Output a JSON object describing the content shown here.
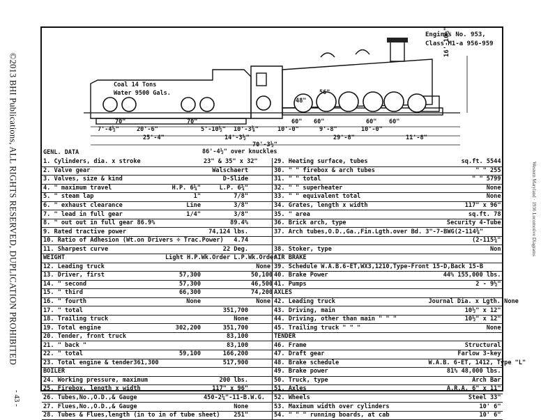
{
  "side_text": "©2013 BHI Publications, ALL RIGHTS RESERVED, DUPLICATION PROHIBITED",
  "page_number": "- 43 -",
  "right_side_text": "Western Maryland · 1936 Locomotive Diagrams",
  "header": {
    "line1": "Engines No. 953,",
    "line2": "Class M1-a  956-959"
  },
  "tender": {
    "coal": "Coal 14 Tons",
    "water": "Water 9500 Gals."
  },
  "drivers": {
    "front": "48\"",
    "rear": "56\""
  },
  "height": "16'-10½\"",
  "dims_row1": [
    "70\"",
    "70\"",
    "60\"",
    "60\"",
    "60\"",
    "60\""
  ],
  "dims_row2": [
    "7'-4½\"",
    "20'-6\"",
    "5'-10½\"",
    "10'-3⅜\"",
    "10'-0\"",
    "9'-8\"",
    "10'-0\""
  ],
  "dims_row3": [
    "25'-4\"",
    "14'-3½\"",
    "29'-8\"",
    "11'-8\""
  ],
  "wheelbase": "70'-3½\"",
  "gen_label": "GENL. DATA",
  "overall": "86'-4½\" over knuckles",
  "left_rows": [
    [
      "1. Cylinders, dia. x stroke",
      "",
      "23\" & 35\" x 32\"",
      ""
    ],
    [
      "2. Valve gear",
      "",
      "Walschaert",
      ""
    ],
    [
      "3. Valves, size & kind",
      "",
      "D-Slide",
      ""
    ],
    [
      "4.    \"   maximum travel",
      "H.P. 6¼\"",
      "L.P. 6¾\"",
      ""
    ],
    [
      "5.    \"   steam lap",
      "1\"",
      "7/8\"",
      ""
    ],
    [
      "6.    \"   exhaust clearance",
      "Line",
      "3/8\"",
      ""
    ],
    [
      "7.    \"   lead in full gear",
      "1/4\"",
      "3/8\"",
      ""
    ],
    [
      "8.    \"   out out in full gear 86.9%",
      "",
      "89.4%",
      ""
    ],
    [
      "9. Rated tractive power",
      "",
      "74,124 lbs.",
      ""
    ],
    [
      "10. Ratio of Adhesion (Wt.on Drivers ÷ Trac.Power)",
      "",
      "4.74",
      ""
    ],
    [
      "11. Sharpest curve",
      "",
      "22 Deg.",
      ""
    ],
    [
      "    WEIGHT",
      "Light H.P.Wk.Order L.P.Wk.Order",
      "",
      ""
    ],
    [
      "12. Leading truck",
      "",
      "",
      "None"
    ],
    [
      "13. Driver, first",
      "57,300",
      "",
      "50,100"
    ],
    [
      "14.    \"   second",
      "57,300",
      "",
      "46,500"
    ],
    [
      "15.    \"   third",
      "66,300",
      "",
      "74,200"
    ],
    [
      "16.    \"   fourth",
      "None",
      "",
      "None"
    ],
    [
      "17.    \"   total",
      "",
      "351,700",
      ""
    ],
    [
      "18. Trailing truck",
      "",
      "None",
      ""
    ],
    [
      "19. Total engine",
      "302,200",
      "351,700",
      ""
    ],
    [
      "20. Tender, front truck",
      "",
      "83,100",
      ""
    ],
    [
      "21.    \"   back   \"",
      "",
      "83,100",
      ""
    ],
    [
      "22.    \"   total",
      "59,100",
      "166,200",
      ""
    ],
    [
      "23. Total engine & tender361,300",
      "",
      "517,900",
      ""
    ],
    [
      "    BOILER",
      "",
      "",
      ""
    ],
    [
      "24. Working pressure, maximum",
      "",
      "200 lbs.",
      ""
    ],
    [
      "25. Firebox, length x width",
      "",
      "117\" x 96\"",
      ""
    ],
    [
      "26. Tubes,No.,O.D.,& Gauge",
      "",
      "450-2¼\"-11-B.W.G.",
      ""
    ],
    [
      "27. Flues,No.,O.D.,& Gauge",
      "",
      "None",
      ""
    ],
    [
      "28. Tubes & Flues,length (in to in of tube sheet)",
      "",
      "251\"",
      ""
    ]
  ],
  "right_rows": [
    [
      "29. Heating surface, tubes",
      "sq.ft. 5544"
    ],
    [
      "30.    \"      \"    firebox & arch tubes",
      "\"   \" 255"
    ],
    [
      "31.    \"      \"    total",
      "\"   \" 5799"
    ],
    [
      "32.    \"      \"    superheater",
      "None"
    ],
    [
      "33.    \"      \"    equivalent total",
      "None"
    ],
    [
      "34. Grates, length x width",
      "117\" x 96\""
    ],
    [
      "35.    \"     area",
      "sq.ft. 78"
    ],
    [
      "36. Brick arch, type",
      "Security 4-Tube"
    ],
    [
      "37. Arch tubes,O.D.,Ga.,Fin.Lgth.over Bd. 3\"-7-BWG(2-114⅜\"",
      ""
    ],
    [
      "",
      "(2-115¾\""
    ],
    [
      "38. Stoker, type",
      "Non"
    ],
    [
      "    AIR BRAKE",
      ""
    ],
    [
      "39. Schedule W.A.B.6-ET,WX3,1210,Type-Front 15-D,Back 15-B",
      ""
    ],
    [
      "40. Brake Power",
      "44%  155,000 lbs."
    ],
    [
      "41. Pumps",
      "2 - 9½\""
    ],
    [
      "    AXLES",
      ""
    ],
    [
      "42. Leading truck",
      "Journal Dia. x Lgth.   None"
    ],
    [
      "43. Driving, main",
      "10½\" x 12\""
    ],
    [
      "44. Driving, other than main \"   \"   \"",
      "10½\" x 12\""
    ],
    [
      "45. Trailing truck     \"   \"   \"",
      "None"
    ],
    [
      "    TENDER",
      ""
    ],
    [
      "46. Frame",
      "Structural"
    ],
    [
      "47. Draft gear",
      "Farlow 3-key"
    ],
    [
      "48. Brake schedule",
      "W.A.B. 6-ET, 1412, Type \"L\""
    ],
    [
      "49. Brake power",
      "81%  48,000 lbs."
    ],
    [
      "50. Truck, type",
      "Arch Bar"
    ],
    [
      "51. Axles",
      "A.R.A. 6\" x 11\""
    ],
    [
      "52. Wheels",
      "Steel 33\""
    ],
    [
      "53. Maximum width over cylinders",
      "10' 6\""
    ],
    [
      "54.    \"     \"   \"  running boards, at cab",
      "10' 6\""
    ]
  ]
}
